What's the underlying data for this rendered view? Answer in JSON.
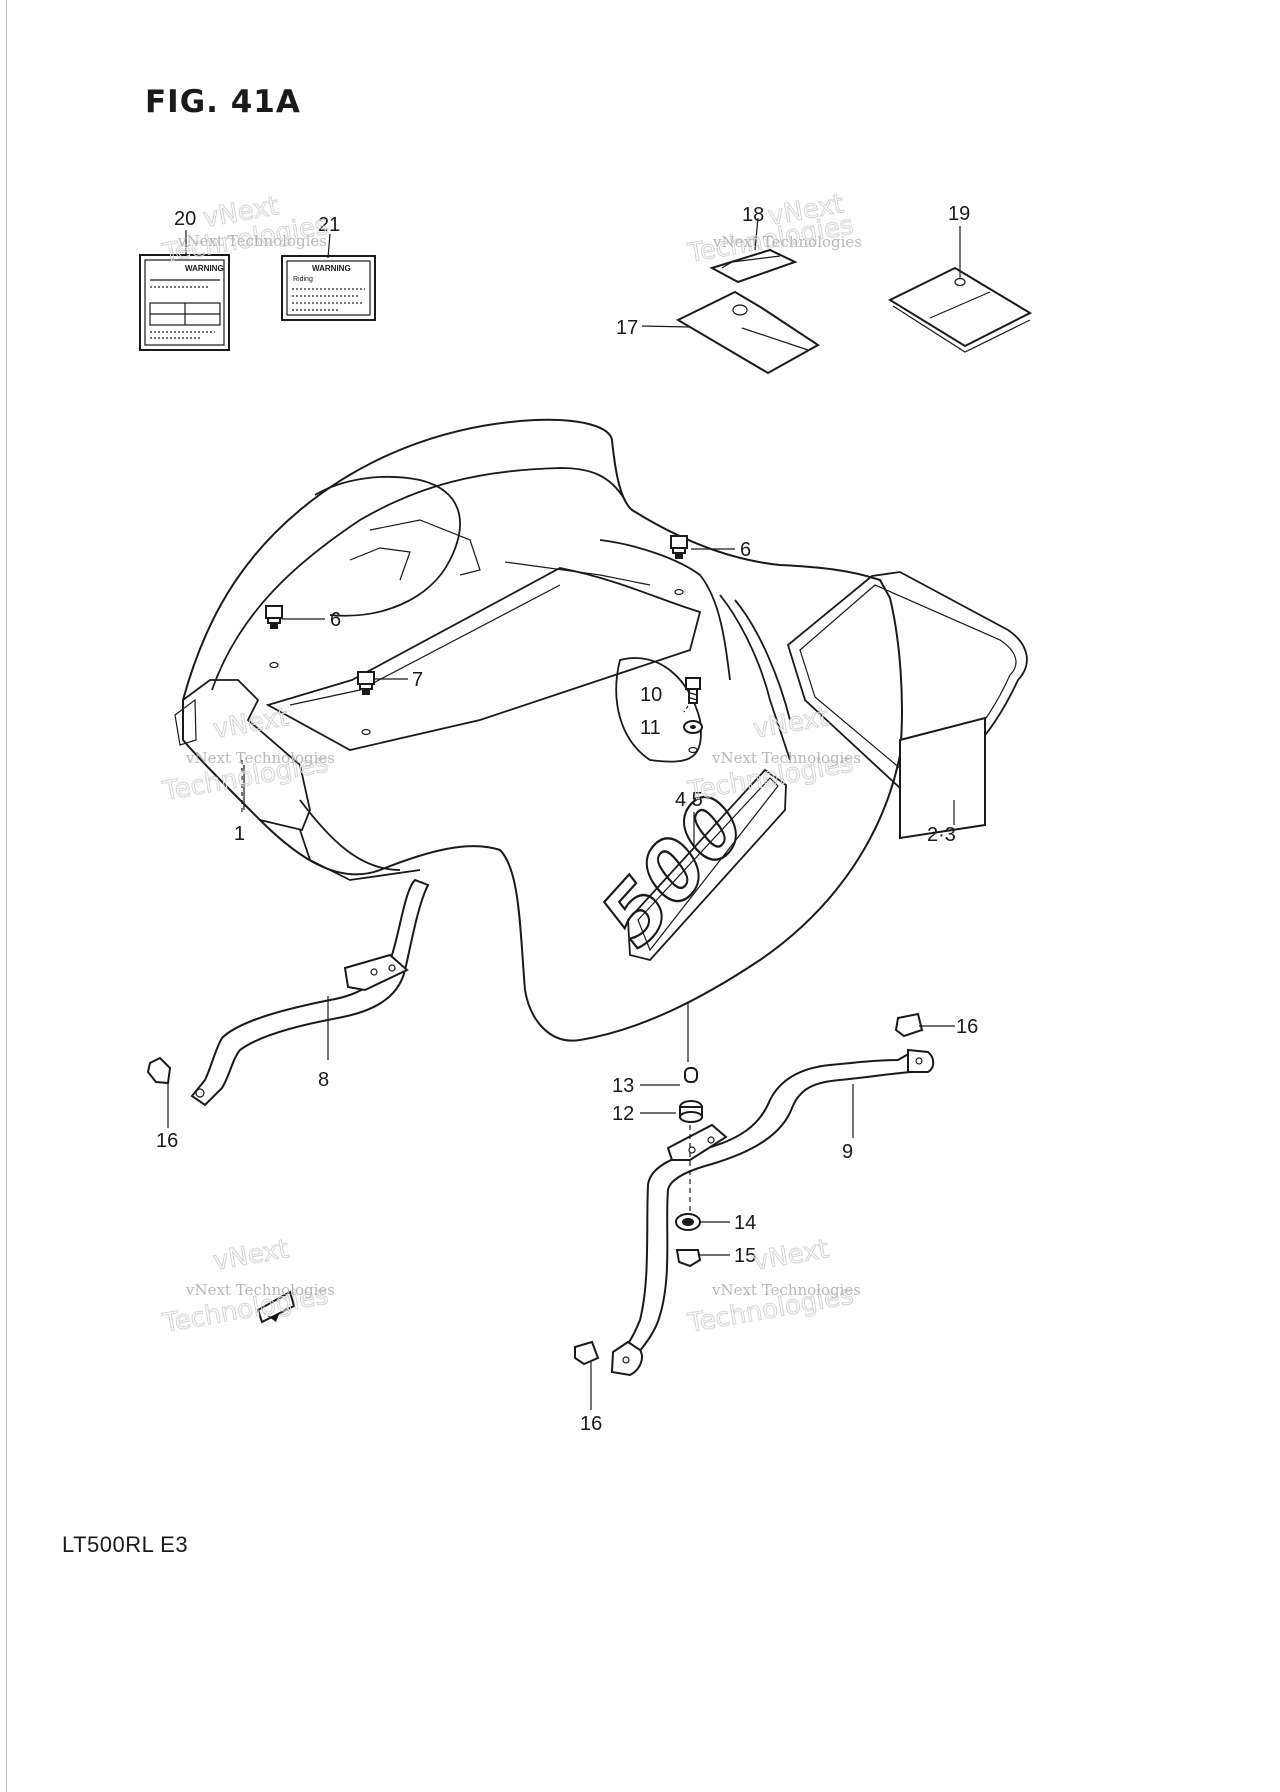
{
  "figure_title": "FIG. 41A",
  "model_code": "LT500RL  E3",
  "watermark": {
    "line1": "vNext Technologies",
    "line2": "vNext",
    "line3": "Technologies"
  },
  "label_text": {
    "warning": "WARNING",
    "riding": "Riding"
  },
  "decal_text": "500",
  "callouts": {
    "c1": "1",
    "c2_3": "2·3",
    "c4_5": "4 5",
    "c6a": "6",
    "c6b": "6",
    "c7": "7",
    "c8": "8",
    "c9": "9",
    "c10": "10",
    "c11": "11",
    "c12": "12",
    "c13": "13",
    "c14": "14",
    "c15": "15",
    "c16a": "16",
    "c16b": "16",
    "c16c": "16",
    "c17": "17",
    "c18": "18",
    "c19": "19",
    "c20": "20",
    "c21": "21"
  }
}
